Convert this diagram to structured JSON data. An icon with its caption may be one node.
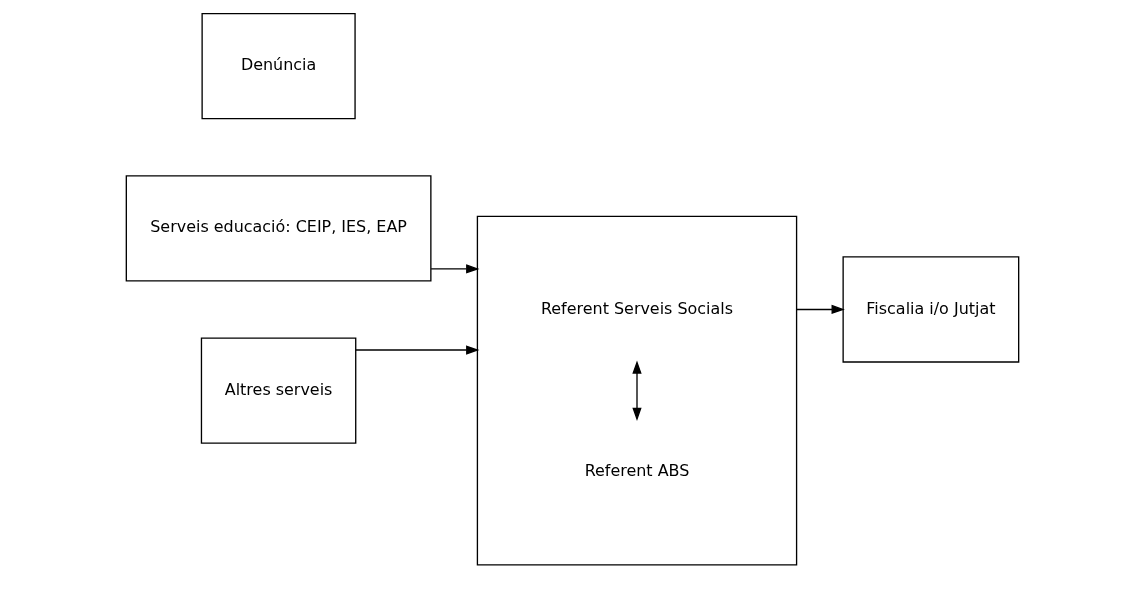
{
  "diagram": {
    "nodes": [
      {
        "text": [
          "Serveis educació: CEIP, IES, EAP"
        ]
      },
      {
        "text": [
          "Altres serveis"
        ]
      },
      {
        "text": [],
        "shape": "box"
      },
      {
        "text": [
          "Referent Serveis Socials"
        ],
        "in": 2
      },
      {
        "text": [
          "Referent ABS"
        ],
        "in": 2
      },
      {
        "text": [
          "Denúncia"
        ]
      },
      {
        "text": [
          "Fiscalia i/o Jutjat"
        ]
      }
    ],
    "edges": [
      {
        "from": 0,
        "to": 2,
        "arrow": "to"
      },
      {
        "from": 1,
        "to": 2,
        "arrow": "to"
      },
      {
        "from": 3,
        "to": 4,
        "arrow": "both"
      },
      {
        "from": 2,
        "to": 6,
        "arrow": "to"
      }
    ]
  }
}
